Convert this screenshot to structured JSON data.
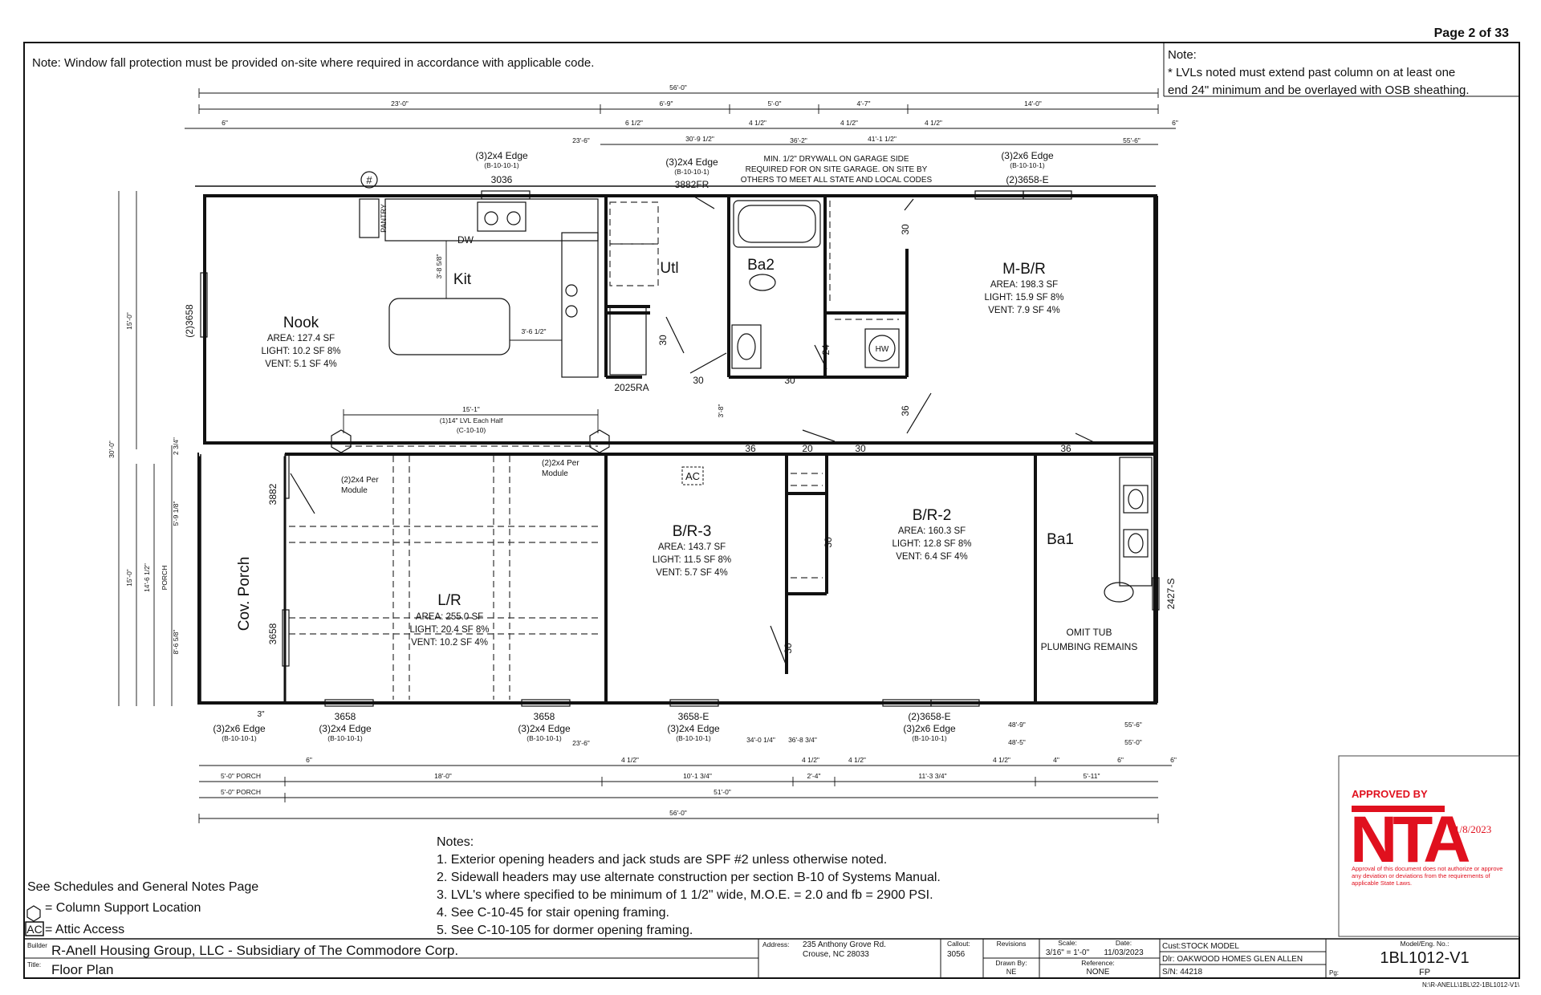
{
  "page": {
    "number": "Page 2 of 33"
  },
  "notes_top": {
    "window_fall": "Note:  Window fall protection must be provided on-site where required in accordance with applicable code.",
    "lvl_head": "Note:",
    "lvl_line1": "* LVLs noted must extend past column on at least one",
    "lvl_line2": "end 24\" minimum and be overlayed with OSB sheathing.",
    "garage_1": "MIN. 1/2\" DRYWALL ON GARAGE SIDE",
    "garage_2": "REQUIRED FOR ON SITE GARAGE. ON SITE BY",
    "garage_3": "OTHERS TO MEET ALL STATE AND LOCAL CODES"
  },
  "dims_top": {
    "overall": "56'-0\"",
    "d23": "23'-0\"",
    "d69": "6'-9\"",
    "d50": "5'-0\"",
    "d47": "4'-7\"",
    "d140": "14'-0\"",
    "d6a": "6\"",
    "d612": "6 1/2\"",
    "d412a": "4 1/2\"",
    "d412b": "4 1/2\"",
    "d412c": "4 1/2\"",
    "d6b": "6\"",
    "d236": "23'-6\"",
    "d3091": "30'-9 1/2\"",
    "d362": "36'-2\"",
    "d411": "41'-1 1/2\"",
    "d556": "55'-6\""
  },
  "dims_left": {
    "d150": "15'-0\"",
    "d300": "30'-0\"",
    "d234": "2 3/4\"",
    "d591": "5'-9 1/8\"",
    "d150b": "15'-0\"",
    "d1461": "14'-6 1/2\"",
    "porch": "PORCH",
    "d865": "8'-6 5/8\""
  },
  "dims_bottom": {
    "d3": "3\"",
    "d6a": "6\"",
    "d412a": "4 1/2\"",
    "d412b": "4 1/2\"",
    "d412c": "4 1/2\"",
    "d412d": "4 1/2\"",
    "d4": "4\"",
    "d6b": "6\"",
    "d6c": "6\"",
    "d236": "23'-6\"",
    "d34014": "34'-0 1/4\"",
    "d36834": "36'-8 3/4\"",
    "d489": "48'-9\"",
    "d485": "48'-5\"",
    "d556": "55'-6\"",
    "d550": "55'-0\"",
    "porch1": "5'-0\" PORCH",
    "porch2": "5'-0\" PORCH",
    "d180": "18'-0\"",
    "d1013": "10'-1 3/4\"",
    "d24": "2'-4\"",
    "d1133": "11'-3 3/4\"",
    "d511": "5'-11\"",
    "d510": "51'-0\"",
    "overall": "56'-0\""
  },
  "headers": {
    "h1": "(3)2x4 Edge",
    "h1r": "(B-10-10-1)",
    "w1": "3036",
    "h2": "(3)2x4 Edge",
    "h2r": "(B-10-10-1)",
    "w2": "3882FR",
    "h3": "(3)2x6 Edge",
    "h3r": "(B-10-10-1)",
    "w3": "(2)3658-E",
    "b1": "(3)2x6 Edge",
    "b1r": "(B-10-10-1)",
    "b2w": "3658",
    "b2": "(3)2x4 Edge",
    "b2r": "(B-10-10-1)",
    "b3w": "3658",
    "b3": "(3)2x4 Edge",
    "b3r": "(B-10-10-1)",
    "b4w": "3658-E",
    "b4": "(3)2x4 Edge",
    "b4r": "(B-10-10-1)",
    "b5w": "(2)3658-E",
    "b5": "(3)2x6 Edge",
    "b5r": "(B-10-10-1)"
  },
  "rooms": {
    "nook": {
      "name": "Nook",
      "area": "AREA:  127.4 SF",
      "light": "LIGHT: 10.2 SF 8%",
      "vent": "VENT:  5.1 SF 4%"
    },
    "kit": {
      "name": "Kit"
    },
    "utl": {
      "name": "Utl"
    },
    "ba2": {
      "name": "Ba2"
    },
    "mbr": {
      "name": "M-B/R",
      "area": "AREA:  198.3 SF",
      "light": "LIGHT: 15.9 SF 8%",
      "vent": "VENT:  7.9 SF 4%"
    },
    "br3": {
      "name": "B/R-3",
      "area": "AREA:  143.7 SF",
      "light": "LIGHT: 11.5 SF 8%",
      "vent": "VENT:  5.7 SF 4%"
    },
    "br2": {
      "name": "B/R-2",
      "area": "AREA:  160.3 SF",
      "light": "LIGHT: 12.8 SF 8%",
      "vent": "VENT:  6.4 SF 4%"
    },
    "ba1": {
      "name": "Ba1"
    },
    "lr": {
      "name": "L/R",
      "area": "AREA:  255.0 SF",
      "light": "LIGHT: 20.4 SF 8%",
      "vent": "VENT:  10.2 SF 4%"
    },
    "porch": {
      "name": "Cov. Porch"
    }
  },
  "plan_labels": {
    "pantry": "PANTRY",
    "dw": "DW",
    "kit_dim": "3'-8 5/8\"",
    "island_dim": "3'-6 1/2\"",
    "win_left": "(2)3658",
    "win_2025": "2025RA",
    "hall_dim": "3'-8\"",
    "lvl_dim": "15'-1\"",
    "lvl_1": "(1)14\" LVL Each Half",
    "lvl_2": "(C-10-10)",
    "col_l1": "(2)2x4 Per",
    "col_l2": "Module",
    "col_r1": "(2)2x4 Per",
    "col_r2": "Module",
    "door_30a": "30",
    "door_30b": "30",
    "door_30c": "30",
    "door_30d": "30",
    "door_24": "24",
    "door_36a": "36",
    "door_36b": "36",
    "door_36c": "36",
    "door_20": "20",
    "door_30e": "30",
    "door_30f": "30",
    "door_30g": "30",
    "win_3882": "3882",
    "win_3658": "3658",
    "win_2427": "2427-S",
    "omit1": "OMIT TUB",
    "omit2": "PLUMBING REMAINS",
    "ac": "AC",
    "hw": "HW",
    "hash": "#"
  },
  "notes_bottom": {
    "head": "Notes:",
    "n1": "1. Exterior opening headers and jack studs are SPF #2 unless otherwise noted.",
    "n2": "2. Sidewall headers may use alternate construction per section B-10 of Systems Manual.",
    "n3": "3. LVL's where specified to be minimum of 1 1/2\" wide, M.O.E. = 2.0 and fb = 2900 PSI.",
    "n4": "4. See C-10-45 for stair opening framing.",
    "n5": "5. See C-10-105 for dormer opening framing."
  },
  "legend": {
    "schedules": "See Schedules and General Notes Page",
    "column": "= Column Support Location",
    "ac_box": "AC",
    "attic": "= Attic Access"
  },
  "stamp": {
    "approved": "APPROVED BY",
    "logo": "NTA",
    "date": "11/8/2023",
    "fine": "Approval of this document does not authorize or approve any deviation or deviations from the requirements of applicable State Laws.",
    "brand_color": "#e0101e"
  },
  "title_block": {
    "builder_lbl": "Builder",
    "builder": "R-Anell Housing Group, LLC - Subsidiary of The Commodore Corp.",
    "title_lbl": "Title:",
    "title": "Floor Plan",
    "address_lbl": "Address:",
    "address1": "235 Anthony Grove Rd.",
    "address2": "Crouse, NC 28033",
    "callout_lbl": "Callout:",
    "callout": "3056",
    "revisions_lbl": "Revisions",
    "drawn_lbl": "Drawn By:",
    "drawn": "NE",
    "scale_lbl": "Scale:",
    "scale": "3/16\" = 1'-0\"",
    "date_lbl": "Date:",
    "date": "11/03/2023",
    "reference_lbl": "Reference:",
    "reference": "NONE",
    "cust": "Cust:STOCK MODEL",
    "dlr": "Dlr:  OAKWOOD HOMES GLEN ALLEN",
    "sn": "S/N: 44218",
    "pg_lbl": "Pg:",
    "model_lbl": "Model/Eng. No.:",
    "model": "1BL1012-V1",
    "fp": "FP",
    "path": "N:\\R-ANELL\\1BL\\22-1BL1012-V1\\"
  }
}
